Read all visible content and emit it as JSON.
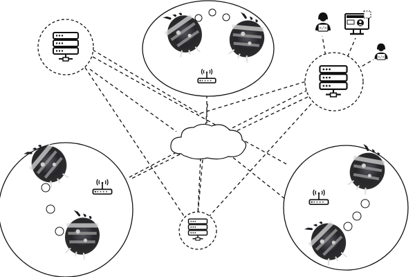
{
  "diagram": {
    "description_kind": "edge-computing network topology",
    "colors": {
      "stroke": "#111111",
      "fill": "#ffffff",
      "robot_body": "#1b1b1f",
      "robot_highlight": "#d9d9d9"
    },
    "icons": [
      "server-rack-icon",
      "wifi-router-icon",
      "cloud-icon",
      "robot-arm-icon",
      "developer-user-icon",
      "monitor-dashboard-icon"
    ],
    "nodes": [
      "edge-server-top-left",
      "robot-cluster-top",
      "cloud-server-right",
      "developer-workstation",
      "cloud",
      "robot-cluster-left",
      "robot-cluster-right",
      "edge-server-bottom"
    ]
  }
}
